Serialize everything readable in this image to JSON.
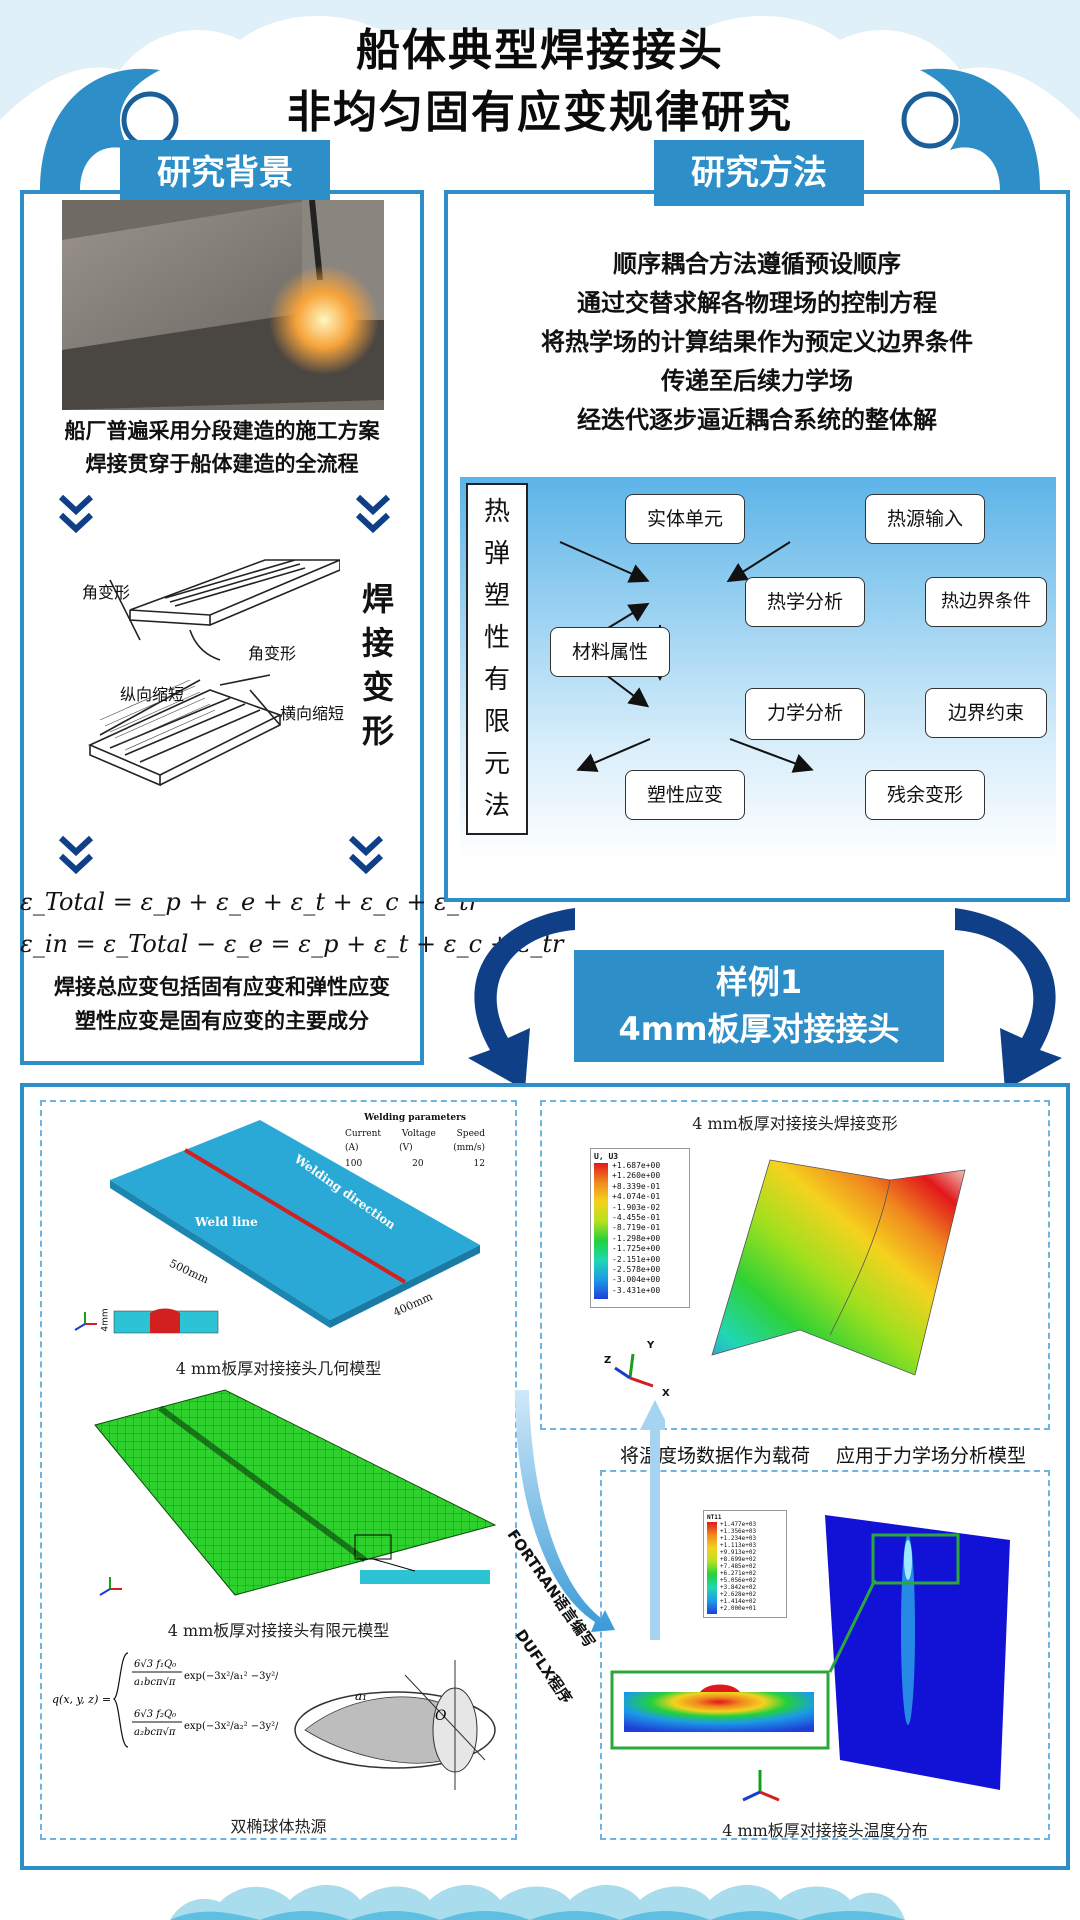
{
  "title": {
    "line1": "船体典型焊接接头",
    "line2": "非均匀固有应变规律研究"
  },
  "background_section": {
    "header": "研究背景",
    "text1": "船厂普遍采用分段建造的施工方案",
    "text2": "焊接贯穿于船体建造的全流程",
    "deform_labels": {
      "angle_top": "角变形",
      "angle_bottom": "角变形",
      "longitudinal": "纵向缩短",
      "transverse": "横向缩短"
    },
    "side_title": [
      "焊",
      "接",
      "变",
      "形"
    ],
    "eq1": "ε_Total = ε_p + ε_e + ε_t + ε_c + ε_tr",
    "eq2": "ε_in = ε_Total − ε_e = ε_p + ε_t + ε_c + ε_tr",
    "summary1": "焊接总应变包括固有应变和弹性应变",
    "summary2": "塑性应变是固有应变的主要成分"
  },
  "method_section": {
    "header": "研究方法",
    "lines": [
      "顺序耦合方法遵循预设顺序",
      "通过交替求解各物理场的控制方程",
      "将热学场的计算结果作为预定义边界条件",
      "传递至后续力学场",
      "经迭代逐步逼近耦合系统的整体解"
    ],
    "diagram": {
      "side_label": [
        "热",
        "弹",
        "塑",
        "性",
        "有",
        "限",
        "元",
        "法"
      ],
      "solid": "实体单元",
      "heat_input": "热源输入",
      "thermal": "热学分析",
      "thermal_bc": "热边界条件",
      "material": "材料属性",
      "mechanical": "力学分析",
      "bc": "边界约束",
      "plastic": "塑性应变",
      "residual": "残余变形"
    }
  },
  "example": {
    "line1": "样例1",
    "line2": "4mm板厚对接接头"
  },
  "results": {
    "geo_caption": "4 mm板厚对接接头几何模型",
    "welding_params": {
      "title": "Welding parameters",
      "headers": [
        "Current",
        "Voltage",
        "Speed"
      ],
      "units": [
        "(A)",
        "(V)",
        "(mm/s)"
      ],
      "values": [
        "100",
        "20",
        "12"
      ]
    },
    "plate_labels": {
      "weld_line": "Weld line",
      "direction": "Welding direction",
      "len1": "500mm",
      "len2": "400mm",
      "thick": "4mm"
    },
    "fe_caption": "4 mm板厚对接接头有限元模型",
    "heat_caption": "双椭球体热源",
    "deform_caption": "4 mm板厚对接接头焊接变形",
    "legend_u": {
      "title": "U, U3",
      "values": [
        "+1.687e+00",
        "+1.260e+00",
        "+8.339e-01",
        "+4.074e-01",
        "-1.903e-02",
        "-4.455e-01",
        "-8.719e-01",
        "-1.298e+00",
        "-1.725e+00",
        "-2.151e+00",
        "-2.578e+00",
        "-3.004e+00",
        "-3.431e+00"
      ]
    },
    "legend_t": {
      "title": "NT11",
      "values": [
        "+1.477e+03",
        "+1.356e+03",
        "+1.234e+03",
        "+1.113e+03",
        "+9.913e+02",
        "+8.699e+02",
        "+7.485e+02",
        "+6.271e+02",
        "+5.056e+02",
        "+3.842e+02",
        "+2.628e+02",
        "+1.414e+02",
        "+2.000e+01"
      ]
    },
    "temp_caption": "4 mm板厚对接接头温度分布",
    "transfer_text1": "将温度场数据作为载荷",
    "transfer_text2": "应用于力学场分析模型",
    "fortran": "FORTRAN语言编写",
    "dflux": "DUFLX程序",
    "axes": {
      "x": "X",
      "y": "Y",
      "z": "Z"
    }
  },
  "colors": {
    "accent": "#2e8fc8",
    "dark_navy": "#0f3f86",
    "light_blue": "#9fd4ef"
  }
}
